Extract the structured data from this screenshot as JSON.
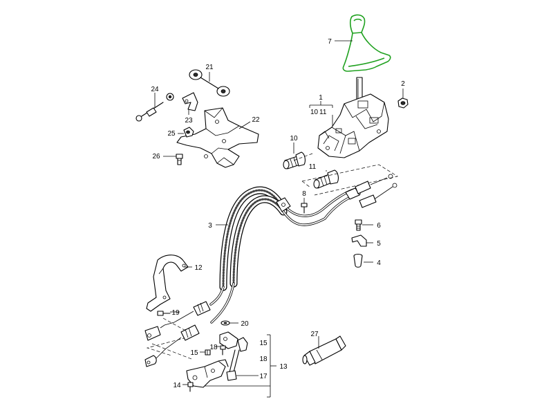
{
  "diagram": {
    "highlight_color": "#1fa11f",
    "callouts": {
      "c1": "1",
      "c10a": "10",
      "c11a": "11",
      "c2": "2",
      "c3": "3",
      "c4": "4",
      "c5": "5",
      "c6": "6",
      "c7": "7",
      "c8": "8",
      "c10": "10",
      "c11": "11",
      "c12": "12",
      "c13": "13",
      "c14": "14",
      "c15": "15",
      "c15b": "15",
      "c17": "17",
      "c18": "18",
      "c18b": "18",
      "c19": "19",
      "c20": "20",
      "c21": "21",
      "c22": "22",
      "c23": "23",
      "c24": "24",
      "c25": "25",
      "c26": "26",
      "c27": "27"
    }
  }
}
